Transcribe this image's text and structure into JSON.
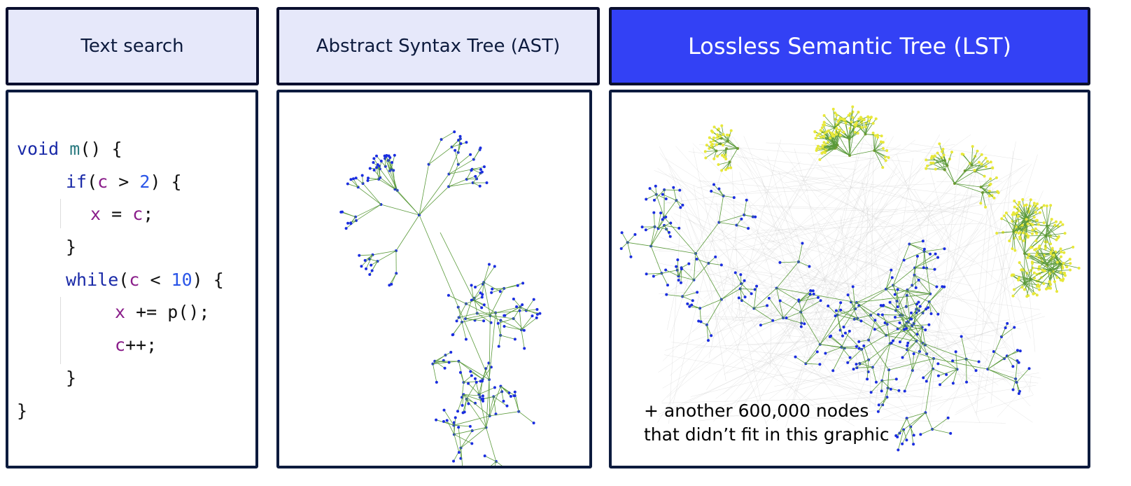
{
  "panels": [
    {
      "title": "Text search"
    },
    {
      "title": "Abstract Syntax Tree (AST)"
    },
    {
      "title": "Lossless Semantic Tree (LST)",
      "note_line1": "+ another 600,000 nodes",
      "note_line2": "that didn’t fit in this graphic"
    }
  ],
  "code": {
    "l1": [
      "void",
      " ",
      "m",
      "() {"
    ],
    "l2": [
      "if",
      "(",
      "c",
      " > ",
      "2",
      ") {"
    ],
    "l3": [
      "x",
      " = ",
      "c",
      ";"
    ],
    "l4": "}",
    "l5": [
      "while",
      "(",
      "c",
      " < ",
      "10",
      ") {"
    ],
    "l6": [
      "x",
      " += p();"
    ],
    "l7": [
      "c",
      "++;"
    ],
    "l8": "}",
    "l9": "}"
  },
  "colors": {
    "node": "#1a2de0",
    "edge": "#5a9a3a",
    "leaf": "#e8e83a",
    "accent": "#3341f5"
  }
}
